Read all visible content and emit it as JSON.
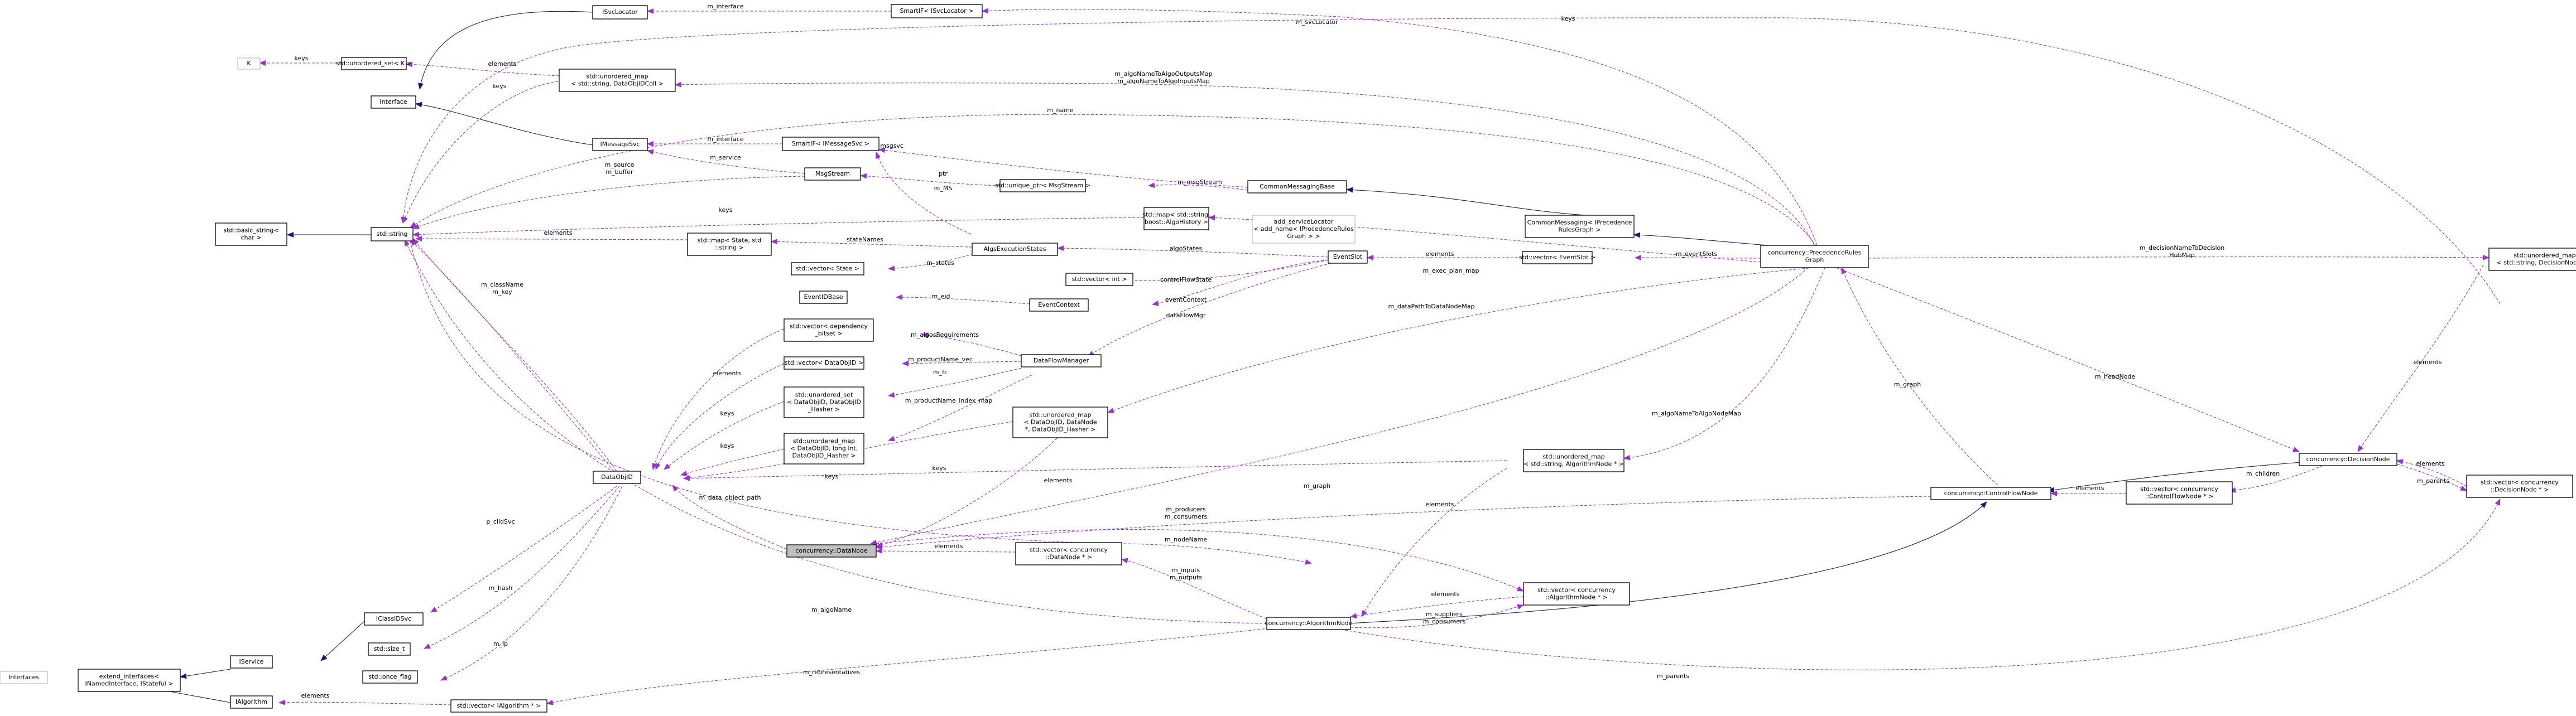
{
  "colors": {
    "usage_edge": "#9a32cd",
    "inherit_edge": "#191970",
    "highlight_fill": "#bfbfbf",
    "node_border": "#000000"
  },
  "nodes": [
    {
      "id": "svclocator",
      "lines": [
        "ISvcLocator"
      ]
    },
    {
      "id": "smartif_svclocator",
      "lines": [
        "SmartIF< ISvcLocator >"
      ]
    },
    {
      "id": "k",
      "lines": [
        "K"
      ],
      "style": "grey"
    },
    {
      "id": "unordered_set_k",
      "lines": [
        "std::unordered_set< K >"
      ]
    },
    {
      "id": "unordered_map_dataobjidcoll",
      "lines": [
        "std::unordered_map",
        "< std::string, DataObjIDColl >"
      ]
    },
    {
      "id": "interface",
      "lines": [
        "Interface"
      ]
    },
    {
      "id": "imessagesvc",
      "lines": [
        "IMessageSvc"
      ]
    },
    {
      "id": "smartif_imessagesvc",
      "lines": [
        "SmartIF< IMessageSvc >"
      ]
    },
    {
      "id": "msgstream",
      "lines": [
        "MsgStream"
      ]
    },
    {
      "id": "unique_ptr_msgstream",
      "lines": [
        "std::unique_ptr< MsgStream >"
      ]
    },
    {
      "id": "commonmessagingbase",
      "lines": [
        "CommonMessagingBase"
      ]
    },
    {
      "id": "basic_string",
      "lines": [
        "std::basic_string<",
        "char >"
      ]
    },
    {
      "id": "string",
      "lines": [
        "std::string"
      ]
    },
    {
      "id": "map_string_algohistory",
      "lines": [
        "std::map< std::string,",
        "boost::AlgoHistory >"
      ]
    },
    {
      "id": "add_svclocator",
      "lines": [
        "add_serviceLocator",
        "< add_name< IPrecedenceRules",
        "Graph > >"
      ],
      "style": "grey"
    },
    {
      "id": "commonmessaging_iprecedence",
      "lines": [
        "CommonMessaging< IPrecedence",
        "RulesGraph >"
      ]
    },
    {
      "id": "map_state_string",
      "lines": [
        "std::map< State, std",
        "::string >"
      ]
    },
    {
      "id": "algoexecutionstates",
      "lines": [
        "AlgsExecutionStates"
      ]
    },
    {
      "id": "vector_state",
      "lines": [
        "std::vector< State >"
      ]
    },
    {
      "id": "vector_int",
      "lines": [
        "std::vector< int >"
      ]
    },
    {
      "id": "eventidbase",
      "lines": [
        "EventIDBase"
      ]
    },
    {
      "id": "eventcontext",
      "lines": [
        "EventContext"
      ]
    },
    {
      "id": "eventslot",
      "lines": [
        "EventSlot"
      ]
    },
    {
      "id": "vector_eventslot",
      "lines": [
        "std::vector< EventSlot >"
      ]
    },
    {
      "id": "precedencerulesgraph",
      "lines": [
        "concurrency::PrecedenceRules",
        "Graph"
      ]
    },
    {
      "id": "vector_dynamic_bitset",
      "lines": [
        "std::vector< dependency",
        "_bitset >"
      ]
    },
    {
      "id": "vector_dataobjid",
      "lines": [
        "std::vector< DataObjID >"
      ]
    },
    {
      "id": "dataflowmanager",
      "lines": [
        "DataFlowManager"
      ]
    },
    {
      "id": "unordered_set_dataobjid",
      "lines": [
        "std::unordered_set",
        "< DataObjID, DataObjID",
        "_Hasher >"
      ]
    },
    {
      "id": "unordered_map_dataobjid_longint",
      "lines": [
        "std::unordered_map",
        "< DataObjID, long int,",
        "DataObjID_Hasher >"
      ]
    },
    {
      "id": "unordered_map_datanode",
      "lines": [
        "std::unordered_map",
        "< DataObjID, DataNode",
        "*, DataObjID_Hasher >"
      ]
    },
    {
      "id": "unordered_map_decisionnode",
      "lines": [
        "std::unordered_map",
        "< std::string, DecisionNode * >"
      ]
    },
    {
      "id": "dataobjid",
      "lines": [
        "DataObjID"
      ]
    },
    {
      "id": "unordered_map_algorithmnode",
      "lines": [
        "std::unordered_map",
        "< std::string, AlgorithmNode * >"
      ]
    },
    {
      "id": "decisionnode",
      "lines": [
        "concurrency::DecisionNode"
      ]
    },
    {
      "id": "vector_decisionnode",
      "lines": [
        "std::vector< concurrency",
        "::DecisionNode * >"
      ]
    },
    {
      "id": "vector_controlflownode",
      "lines": [
        "std::vector< concurrency",
        "::ControlFlowNode * >"
      ]
    },
    {
      "id": "controlflownode",
      "lines": [
        "concurrency::ControlFlowNode"
      ]
    },
    {
      "id": "datanode",
      "lines": [
        "concurrency::DataNode"
      ],
      "style": "highlight"
    },
    {
      "id": "vector_datanode",
      "lines": [
        "std::vector< concurrency",
        "::DataNode * >"
      ]
    },
    {
      "id": "vector_algorithmnode",
      "lines": [
        "std::vector< concurrency",
        "::AlgorithmNode * >"
      ]
    },
    {
      "id": "iclassidsvc",
      "lines": [
        "IClassIDSvc"
      ]
    },
    {
      "id": "iservice",
      "lines": [
        "IService"
      ]
    },
    {
      "id": "algorithmnode",
      "lines": [
        "concurrency::AlgorithmNode"
      ]
    },
    {
      "id": "size_t",
      "lines": [
        "std::size_t"
      ]
    },
    {
      "id": "once_flag",
      "lines": [
        "std::once_flag"
      ]
    },
    {
      "id": "interfaces",
      "lines": [
        "Interfaces"
      ],
      "style": "grey"
    },
    {
      "id": "extend_interfaces",
      "lines": [
        "extend_interfaces<",
        "INamedInterface, IStateful >"
      ]
    },
    {
      "id": "ialgorithm",
      "lines": [
        "IAlgorithm"
      ]
    },
    {
      "id": "vector_ialgorithm",
      "lines": [
        "std::vector< IAlgorithm * >"
      ]
    }
  ],
  "edge_labels": {
    "m_interface_svc": "m_interface",
    "keys_k": "keys",
    "elements_dataobjidcoll": "elements",
    "m_interface_msg": "m_interface",
    "m_msgsvc": "m_msgsvc",
    "m_service": "m_service",
    "m_source_buffer": [
      "m_source",
      "m_buffer"
    ],
    "m_msgstream": "m_msgStream",
    "ptr": "ptr",
    "m_ms": "m_MS",
    "keys_string_1": "keys",
    "m_name": "m_name",
    "elements_state": "elements",
    "statenames": "stateNames",
    "m_states": "m_states",
    "algostates": "algoStates",
    "controlflowstate": "controlFlowState",
    "eventcontext": "eventContext",
    "m_eid": "m_eid",
    "dataflowmgr": "dataFlowMgr",
    "m_exec_plan_map": "m_exec_plan_map",
    "m_svclocator": "m_svcLocator",
    "keys_top": "keys",
    "m_algonametoalgooutputsmap": "m_algoNameToAlgoOutputsMap",
    "m_algonametoalgoinputsmap": "m_algoNameToAlgoInputsMap",
    "elements_eventslot": "elements",
    "m_eventslots": "m_eventSlots",
    "m_decisionnametodecisionhubmap": [
      "m_decisionNameToDecision",
      "HubMap"
    ],
    "m_classname_key": [
      "m_className",
      "m_key"
    ],
    "elements_dataobjid_1": "elements",
    "keys_dataobjid_1": "keys",
    "keys_dataobjid_2": "keys",
    "keys_dataobjid_3": "keys",
    "m_algorequirements": "m_algosRequirements",
    "m_productname_vec": "m_productName_vec",
    "m_fc": "m_fc",
    "m_productname_index_map": "m_productName_index_map",
    "m_datapathtodatanodemap": "m_dataPathToDataNodeMap",
    "m_algonametoalgonodemap": "m_algoNameToAlgoNodeMap",
    "m_headnode": "m_headNode",
    "elements_decisionnode_1": "elements",
    "m_graph_1": "m_graph",
    "m_graph_2": "m_graph",
    "elements_decisionnode_2": "elements",
    "m_parents_decision": "m_parents",
    "m_children": "m_children",
    "elements_controlflownode": "elements",
    "m_data_object_path": "m_data_object_path",
    "keys_datanode": "keys",
    "elements_datanode_map": "elements",
    "m_producers_consumers": [
      "m_producers",
      "m_consumers"
    ],
    "elements_datanode_vec": "elements",
    "m_nodename": "m_nodeName",
    "elements_algorithmnode_map": "elements",
    "m_inputs_outputs": [
      "m_inputs",
      "m_outputs"
    ],
    "elements_algorithmnode_vec": "elements",
    "m_suppliers_consumers": [
      "m_suppliers",
      "m_consumers"
    ],
    "p_clidsvc": "p_clidSvc",
    "m_hash": "m_hash",
    "m_algoname": "m_algoName",
    "m_ip": "m_ip",
    "m_representatives": "m_representatives",
    "elements_ialgorithm": "elements",
    "m_parents_algo": "m_parents"
  }
}
